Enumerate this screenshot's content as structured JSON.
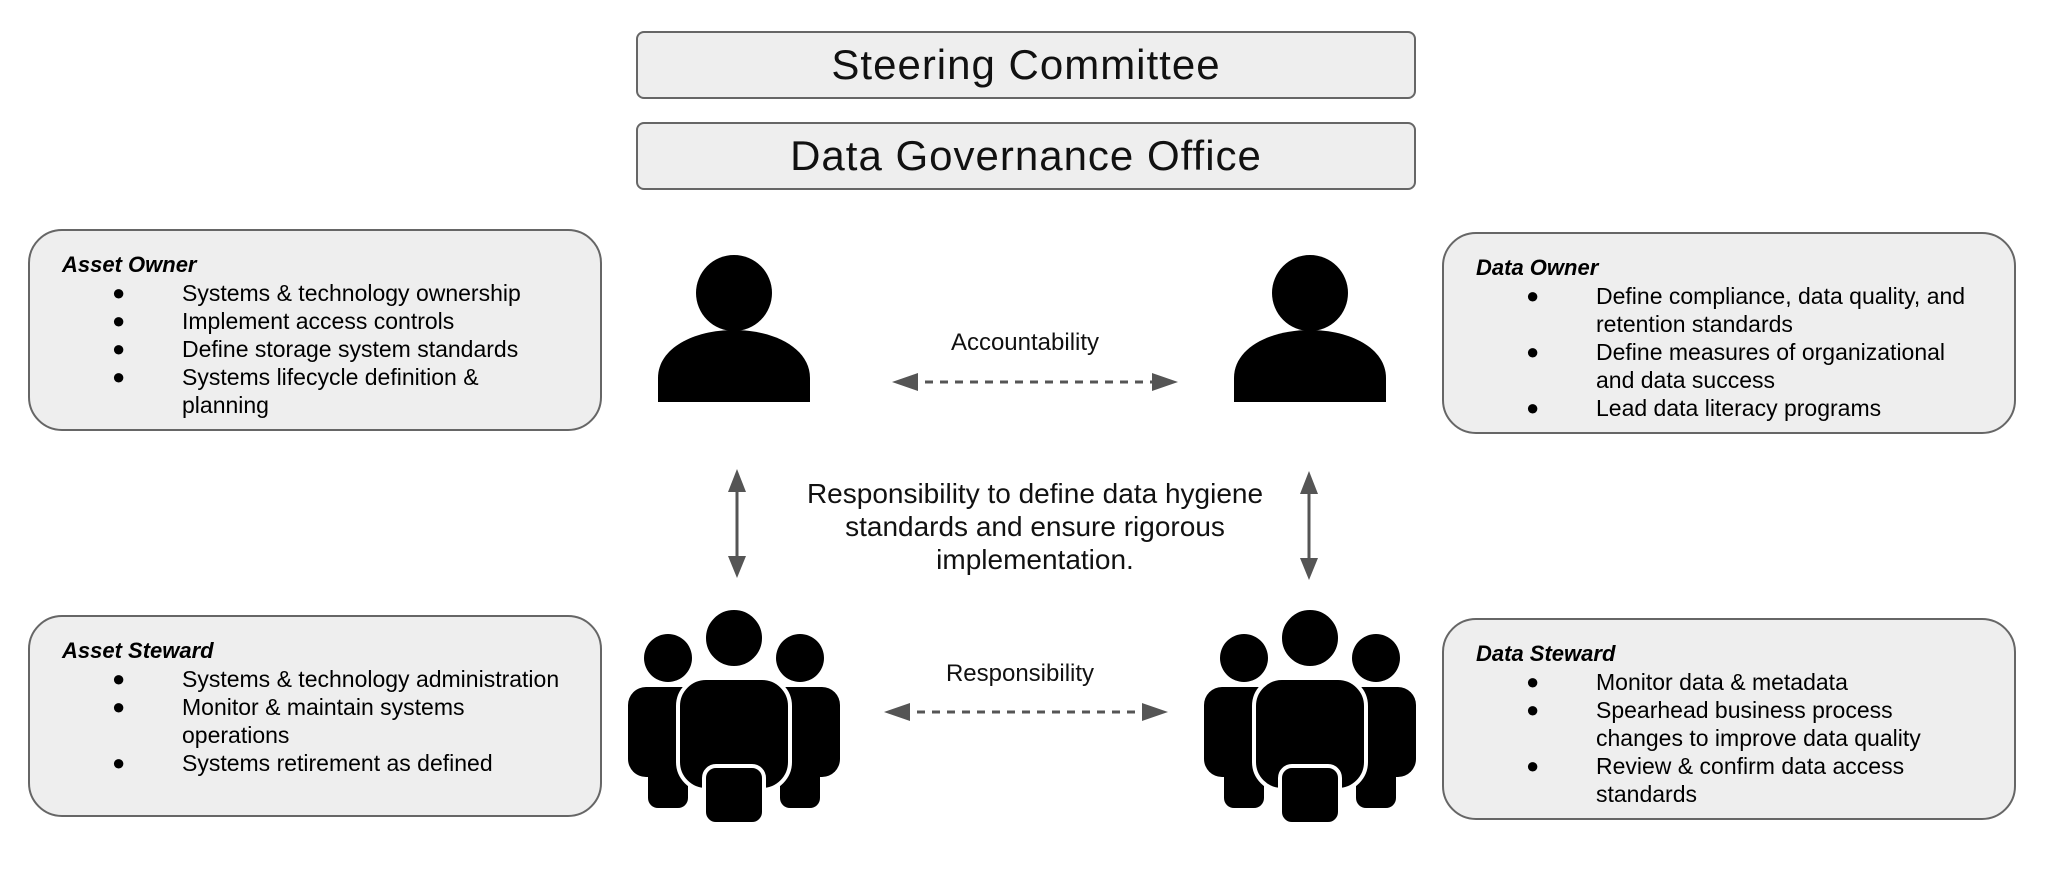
{
  "banners": {
    "steering_committee": "Steering Committee",
    "governance_office": "Data Governance Office"
  },
  "asset_owner": {
    "title": "Asset Owner",
    "items": [
      "Systems & technology ownership",
      "Implement access controls",
      "Define storage system standards",
      "Systems lifecycle definition & planning"
    ]
  },
  "asset_steward": {
    "title": "Asset Steward",
    "items": [
      "Systems & technology administration",
      "Monitor & maintain systems operations",
      "Systems retirement as defined"
    ]
  },
  "data_owner": {
    "title": "Data Owner",
    "items": [
      "Define compliance, data quality, and retention standards",
      "Define measures of organizational and data success",
      "Lead data literacy programs"
    ]
  },
  "data_steward": {
    "title": "Data Steward",
    "items": [
      "Monitor data & metadata",
      "Spearhead business process changes to improve data quality",
      "Review & confirm data access standards"
    ]
  },
  "relations": {
    "accountability": "Accountability",
    "responsibility": "Responsibility",
    "center_text": "Responsibility to define data hygiene standards and ensure rigorous implementation."
  },
  "bullet": "●",
  "icons": {
    "single_person": "person-icon",
    "group": "group-icon"
  },
  "colors": {
    "box_fill": "#eeeeee",
    "box_border": "#666666",
    "arrow": "#555555",
    "icon": "#000000"
  }
}
